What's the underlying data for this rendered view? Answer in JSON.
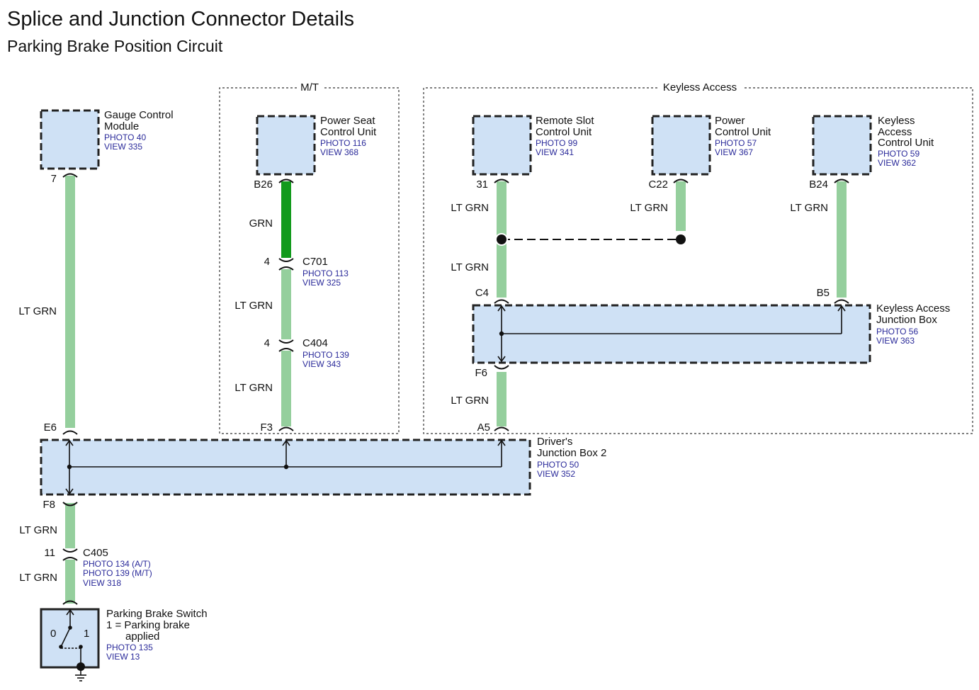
{
  "header": {
    "title": "Splice and Junction Connector Details",
    "subtitle": "Parking Brake Position Circuit"
  },
  "regions": {
    "mt": "M/T",
    "keyless": "Keyless Access"
  },
  "components": {
    "gauge": {
      "name_line1": "Gauge Control",
      "name_line2": "Module",
      "photo": "PHOTO 40",
      "view": "VIEW 335",
      "pin": "7"
    },
    "power_seat": {
      "name_line1": "Power Seat",
      "name_line2": "Control Unit",
      "photo": "PHOTO 116",
      "view": "VIEW 368",
      "pin": "B26"
    },
    "remote_slot": {
      "name_line1": "Remote Slot",
      "name_line2": "Control Unit",
      "photo": "PHOTO 99",
      "view": "VIEW 341",
      "pin": "31"
    },
    "power_cu": {
      "name_line1": "Power",
      "name_line2": "Control Unit",
      "photo": "PHOTO 57",
      "view": "VIEW 367",
      "pin": "C22"
    },
    "keyless_cu": {
      "name_line1": "Keyless",
      "name_line2": "Access",
      "name_line3": "Control Unit",
      "photo": "PHOTO 59",
      "view": "VIEW 362",
      "pin": "B24"
    },
    "keyless_jb": {
      "name_line1": "Keyless Access",
      "name_line2": "Junction Box",
      "photo": "PHOTO 56",
      "view": "VIEW 363",
      "pin_c4": "C4",
      "pin_b5": "B5",
      "pin_f6": "F6"
    },
    "drivers_jb": {
      "name_line1": "Driver's",
      "name_line2": "Junction Box 2",
      "photo": "PHOTO 50",
      "view": "VIEW 352",
      "pin_e6": "E6",
      "pin_f3": "F3",
      "pin_a5": "A5",
      "pin_f8": "F8"
    },
    "brake_switch": {
      "name_line1": "Parking Brake Switch",
      "name_line2": "1 = Parking brake",
      "name_line3": "applied",
      "photo": "PHOTO 135",
      "view": "VIEW 13",
      "pos0": "0",
      "pos1": "1"
    }
  },
  "connectors": {
    "c701": {
      "name": "C701",
      "pin": "4",
      "photo": "PHOTO 113",
      "view": "VIEW 325"
    },
    "c404": {
      "name": "C404",
      "pin": "4",
      "photo": "PHOTO 139",
      "view": "VIEW 343"
    },
    "c405": {
      "name": "C405",
      "pin": "11",
      "photo_at": "PHOTO 134 (A/T)",
      "photo_mt": "PHOTO 139 (M/T)",
      "view": "VIEW 318"
    }
  },
  "wires": {
    "gauge_to_jb": "LT GRN",
    "seat_upper": "GRN",
    "seat_mid": "LT GRN",
    "seat_lower": "LT GRN",
    "remote_upper": "LT GRN",
    "remote_lower": "LT GRN",
    "power_cu": "LT GRN",
    "keyless_cu": "LT GRN",
    "f6_to_a5": "LT GRN",
    "f8_to_c405": "LT GRN",
    "c405_to_switch": "LT GRN"
  },
  "colors": {
    "lt_grn": "#95cf9d",
    "grn": "#129a1c",
    "box_fill": "#cfe1f5",
    "ref_text": "#2a2a9a"
  }
}
